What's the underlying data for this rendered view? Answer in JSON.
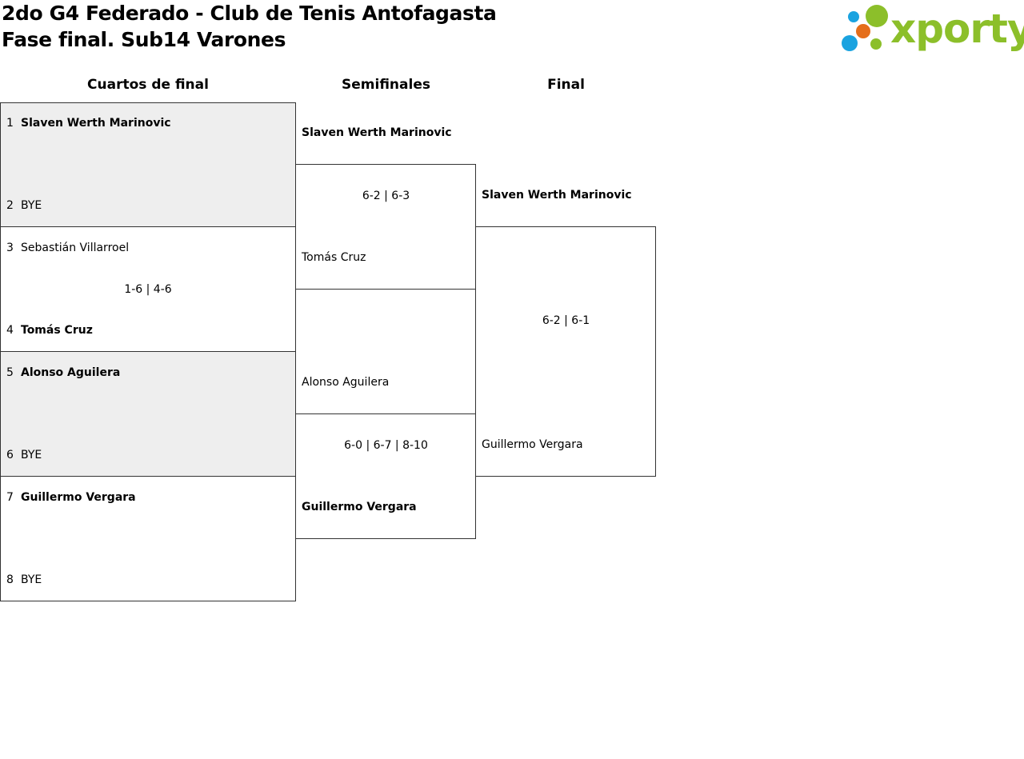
{
  "header": {
    "title_line1": "2do G4 Federado - Club de Tenis Antofagasta",
    "title_line2": "Fase final. Sub14 Varones",
    "logo_text": "xporty",
    "logo_colors": {
      "green": "#8cbf2a",
      "blue": "#1aa3e0",
      "orange": "#e56e1a"
    }
  },
  "rounds": {
    "quarterfinals": "Cuartos de final",
    "semifinals": "Semifinales",
    "final": "Final"
  },
  "quarterfinals": [
    {
      "top": {
        "seed": "1",
        "name": "Slaven Werth Marinovic",
        "winner": true
      },
      "bottom": {
        "seed": "2",
        "name": "BYE",
        "winner": false
      },
      "score": ""
    },
    {
      "top": {
        "seed": "3",
        "name": "Sebastián Villarroel",
        "winner": false
      },
      "bottom": {
        "seed": "4",
        "name": "Tomás Cruz",
        "winner": true
      },
      "score": "1-6 | 4-6"
    },
    {
      "top": {
        "seed": "5",
        "name": "Alonso Aguilera",
        "winner": true
      },
      "bottom": {
        "seed": "6",
        "name": "BYE",
        "winner": false
      },
      "score": ""
    },
    {
      "top": {
        "seed": "7",
        "name": "Guillermo Vergara",
        "winner": true
      },
      "bottom": {
        "seed": "8",
        "name": "BYE",
        "winner": false
      },
      "score": ""
    }
  ],
  "semifinals": [
    {
      "top": "Slaven Werth Marinovic",
      "bottom": "Tomás Cruz",
      "score": "6-2 | 6-3"
    },
    {
      "top": "Alonso Aguilera",
      "bottom": "Guillermo Vergara",
      "score": "6-0 | 6-7 | 8-10"
    }
  ],
  "final": {
    "top": "Slaven Werth Marinovic",
    "bottom": "Guillermo Vergara",
    "score": "6-2 | 6-1"
  }
}
